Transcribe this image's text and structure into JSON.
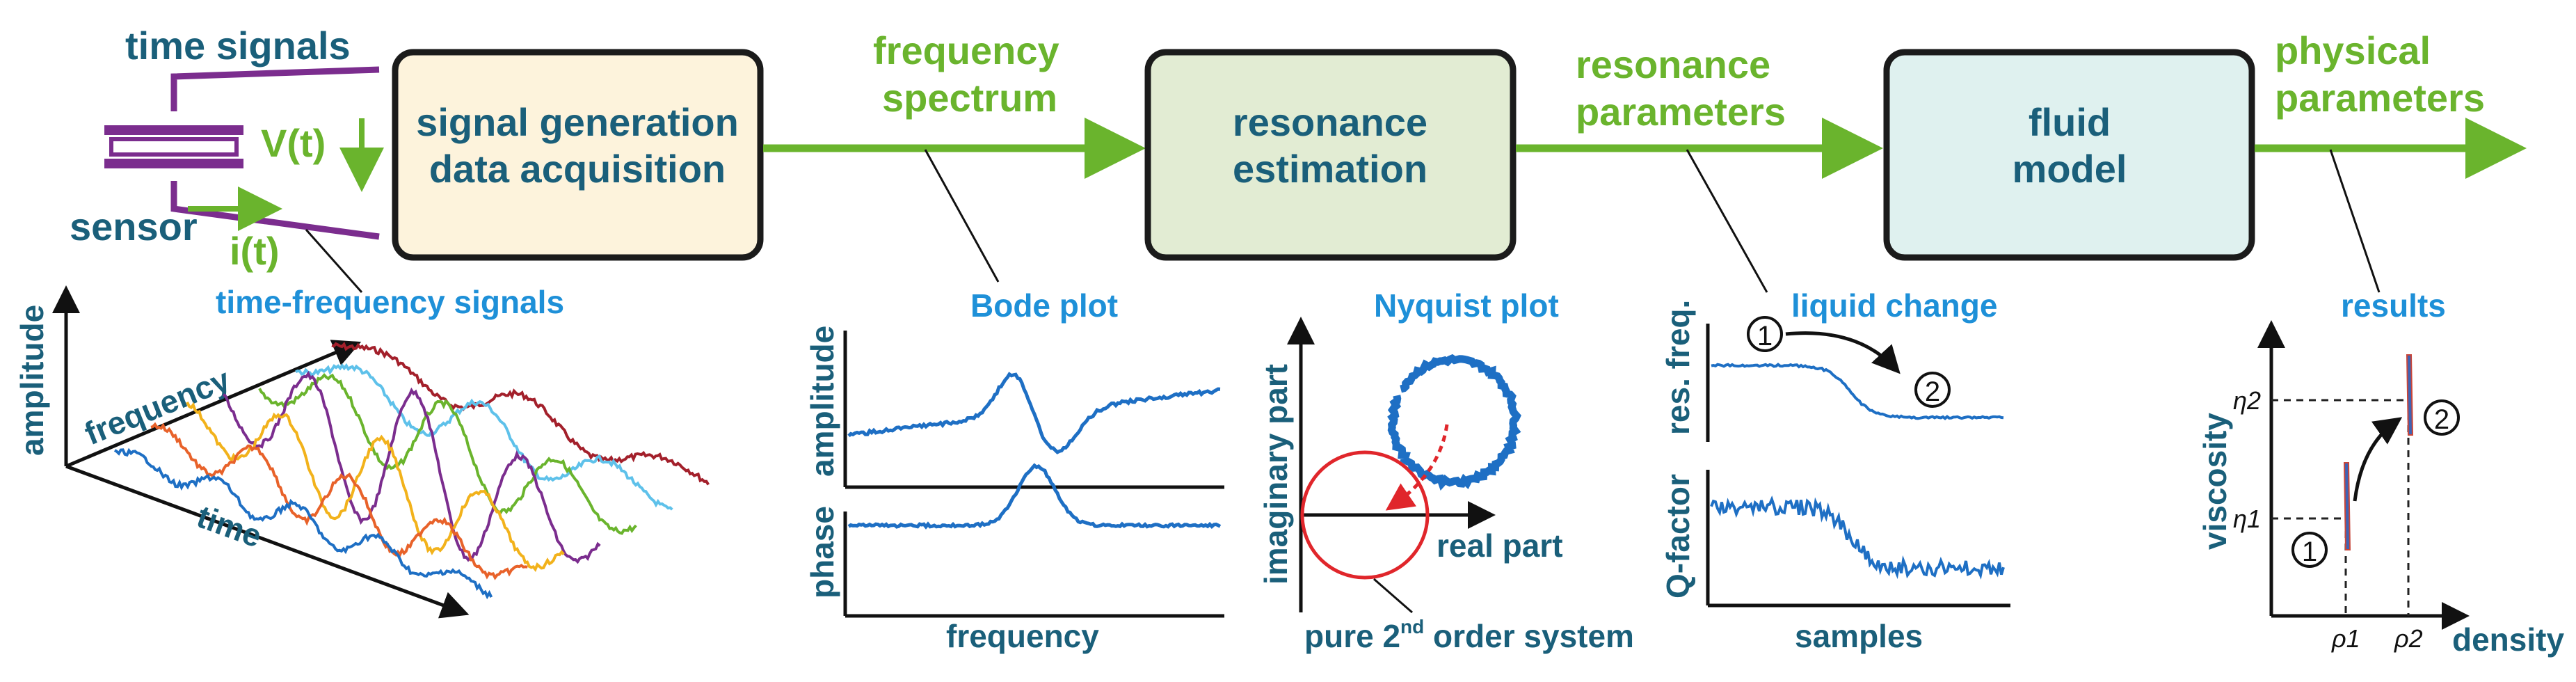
{
  "labels": {
    "time_signals": "time signals",
    "sensor": "sensor",
    "v_t": "V(t)",
    "i_t": "i(t)",
    "time_frequency_signals": "time-frequency signals",
    "amplitude": "amplitude",
    "frequency_axis": "frequency",
    "time_axis": "time",
    "frequency_spectrum_1": "frequency",
    "frequency_spectrum_2": "spectrum",
    "resonance_parameters_1": "resonance",
    "resonance_parameters_2": "parameters",
    "physical_parameters_1": "physical",
    "physical_parameters_2": "parameters"
  },
  "blocks": {
    "acquisition_line1": "signal generation",
    "acquisition_line2": "data acquisition",
    "estimation_line1": "resonance",
    "estimation_line2": "estimation",
    "model_line1": "fluid",
    "model_line2": "model"
  },
  "bode": {
    "title": "Bode plot",
    "amplitude_label": "amplitude",
    "phase_label": "phase",
    "frequency_label": "frequency"
  },
  "nyquist": {
    "title": "Nyquist plot",
    "imag_label": "imaginary part",
    "real_label": "real part",
    "pure_prefix": "pure 2",
    "pure_sup": "nd",
    "pure_suffix": " order system"
  },
  "liquid": {
    "title": "liquid change",
    "res_freq_label": "res. freq.",
    "q_factor_label": "Q-factor",
    "samples_label": "samples",
    "state1": "1",
    "state2": "2"
  },
  "results": {
    "title": "results",
    "viscosity_label": "viscosity",
    "density_label": "density",
    "eta1": "η1",
    "eta2": "η2",
    "rho1": "ρ1",
    "rho2": "ρ2",
    "state1": "1",
    "state2": "2"
  },
  "colors": {
    "dark_teal": "#1a5f7a",
    "green": "#6ab42d",
    "light_blue": "#1e90d8",
    "purple": "#7b2d8e",
    "red": "#e0262b",
    "acquisition_fill": "#fdf3dc",
    "estimation_fill": "#e2ecd3",
    "model_fill": "#dff1ef"
  },
  "signal_colors": [
    "#1e6fc4",
    "#e8622a",
    "#f2b21b",
    "#7b2d8e",
    "#6ab42d",
    "#5ec1ea",
    "#a3202b"
  ]
}
